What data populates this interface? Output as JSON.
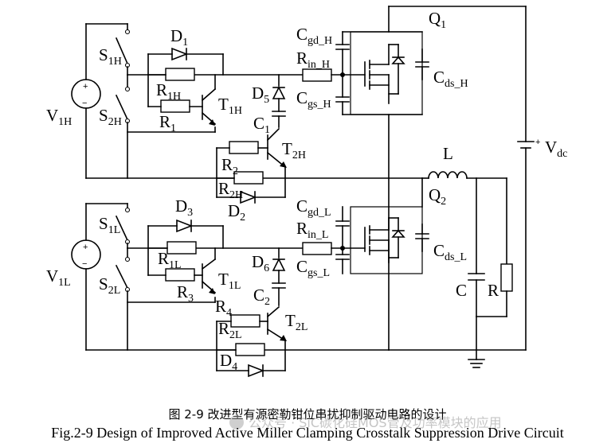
{
  "labels": {
    "S1H": {
      "main": "S",
      "sub": "1H"
    },
    "S2H": {
      "main": "S",
      "sub": "2H"
    },
    "D1": {
      "main": "D",
      "sub": "1"
    },
    "R1H": {
      "main": "R",
      "sub": "1H"
    },
    "R1": {
      "main": "R",
      "sub": "1"
    },
    "T1H": {
      "main": "T",
      "sub": "1H"
    },
    "V1H": {
      "main": "V",
      "sub": "1H"
    },
    "D5": {
      "main": "D",
      "sub": "5"
    },
    "C1": {
      "main": "C",
      "sub": "1"
    },
    "T2H": {
      "main": "T",
      "sub": "2H"
    },
    "R2": {
      "main": "R",
      "sub": "2"
    },
    "R2H": {
      "main": "R",
      "sub": "2H"
    },
    "D2": {
      "main": "D",
      "sub": "2"
    },
    "CgdH": {
      "main": "C",
      "sub": "gd_H"
    },
    "RinH": {
      "main": "R",
      "sub": "in_H"
    },
    "CgsH": {
      "main": "C",
      "sub": "gs_H"
    },
    "Q1": {
      "main": "Q",
      "sub": "1"
    },
    "CdsH": {
      "main": "C",
      "sub": "ds_H"
    },
    "Vdc": {
      "main": "V",
      "sub": "dc"
    },
    "L": {
      "main": "L",
      "sub": ""
    },
    "S1L": {
      "main": "S",
      "sub": "1L"
    },
    "S2L": {
      "main": "S",
      "sub": "2L"
    },
    "D3": {
      "main": "D",
      "sub": "3"
    },
    "R1L": {
      "main": "R",
      "sub": "1L"
    },
    "R3": {
      "main": "R",
      "sub": "3"
    },
    "T1L": {
      "main": "T",
      "sub": "1L"
    },
    "V1L": {
      "main": "V",
      "sub": "1L"
    },
    "D6": {
      "main": "D",
      "sub": "6"
    },
    "C2": {
      "main": "C",
      "sub": "2"
    },
    "R4": {
      "main": "R",
      "sub": "4"
    },
    "R2L": {
      "main": "R",
      "sub": "2L"
    },
    "T2L": {
      "main": "T",
      "sub": "2L"
    },
    "D4": {
      "main": "D",
      "sub": "4"
    },
    "CgdL": {
      "main": "C",
      "sub": "gd_L"
    },
    "RinL": {
      "main": "R",
      "sub": "in_L"
    },
    "CgsL": {
      "main": "C",
      "sub": "gs_L"
    },
    "Q2": {
      "main": "Q",
      "sub": "2"
    },
    "CdsL": {
      "main": "C",
      "sub": "ds_L"
    },
    "C": {
      "main": "C",
      "sub": ""
    },
    "R": {
      "main": "R",
      "sub": ""
    }
  },
  "polarity": {
    "plus": "+",
    "minus": "−",
    "vdc_plus": "+"
  },
  "caption_cn": "图 2-9 改进型有源密勒钳位串扰抑制驱动电路的设计",
  "caption_en": "Fig.2-9 Design of Improved Active Miller Clamping Crosstalk Suppression Drive Circuit",
  "watermark": "公众号 · SiC碳化硅MOS管及功率模块的应用",
  "wm-icon": "wechat-logo-icon"
}
